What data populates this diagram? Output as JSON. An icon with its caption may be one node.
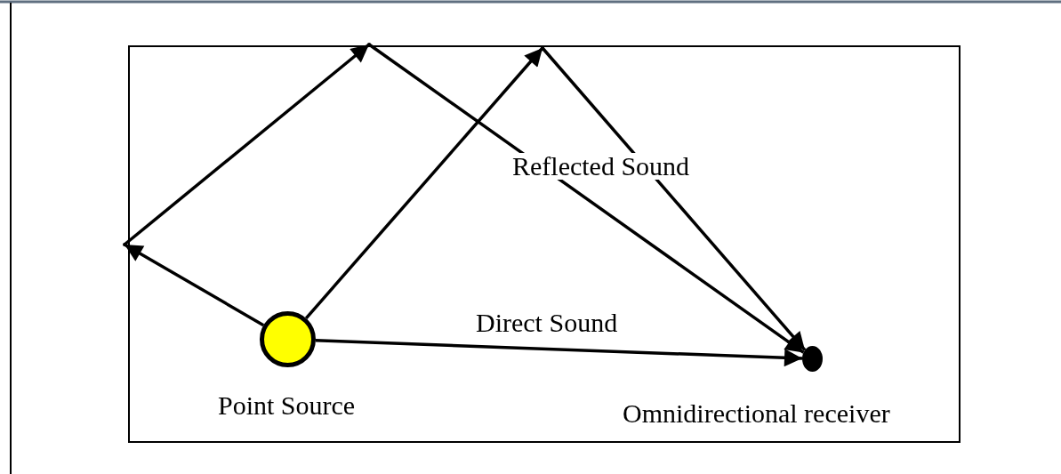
{
  "diagram": {
    "nodes": [
      {
        "text": [],
        "shape": "box"
      },
      {
        "text": [],
        "shape": "circle",
        "beside": [
          "Point Source"
        ],
        "in": 0
      },
      {
        "text": [],
        "shape": "circle",
        "beside": [
          "Omnidirectional receiver"
        ],
        "in": 0
      },
      {
        "text": [],
        "shape": "point",
        "in": 0
      },
      {
        "text": [],
        "shape": "point",
        "in": 0
      },
      {
        "text": [],
        "shape": "point",
        "in": 0
      }
    ],
    "edges": [
      {
        "from": 1,
        "to": 3,
        "arrow": "to"
      },
      {
        "from": 3,
        "to": 4,
        "arrow": "to"
      },
      {
        "from": 4,
        "to": 2,
        "arrow": "to"
      },
      {
        "from": 1,
        "to": 5,
        "arrow": "to"
      },
      {
        "from": 5,
        "to": 2,
        "arrow": "to"
      },
      {
        "from": 1,
        "to": 2,
        "arrow": "to",
        "label": "Direct Sound"
      }
    ],
    "labels": [
      "Reflected Sound"
    ]
  }
}
